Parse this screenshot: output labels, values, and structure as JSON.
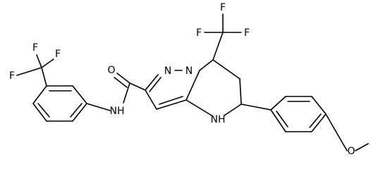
{
  "diagram": {
    "type": "chemical-structure",
    "atom_labels": {
      "cf3_top_f1": "F",
      "cf3_top_f2": "F",
      "cf3_top_f3": "F",
      "cf3_left_f1": "F",
      "cf3_left_f2": "F",
      "cf3_left_f3": "F",
      "carbonyl_o": "O",
      "amide_nh": "NH",
      "pyrazole_n1": "N",
      "pyrazole_n2": "N",
      "ring_nh": "NH",
      "methoxy_o": "O"
    }
  }
}
